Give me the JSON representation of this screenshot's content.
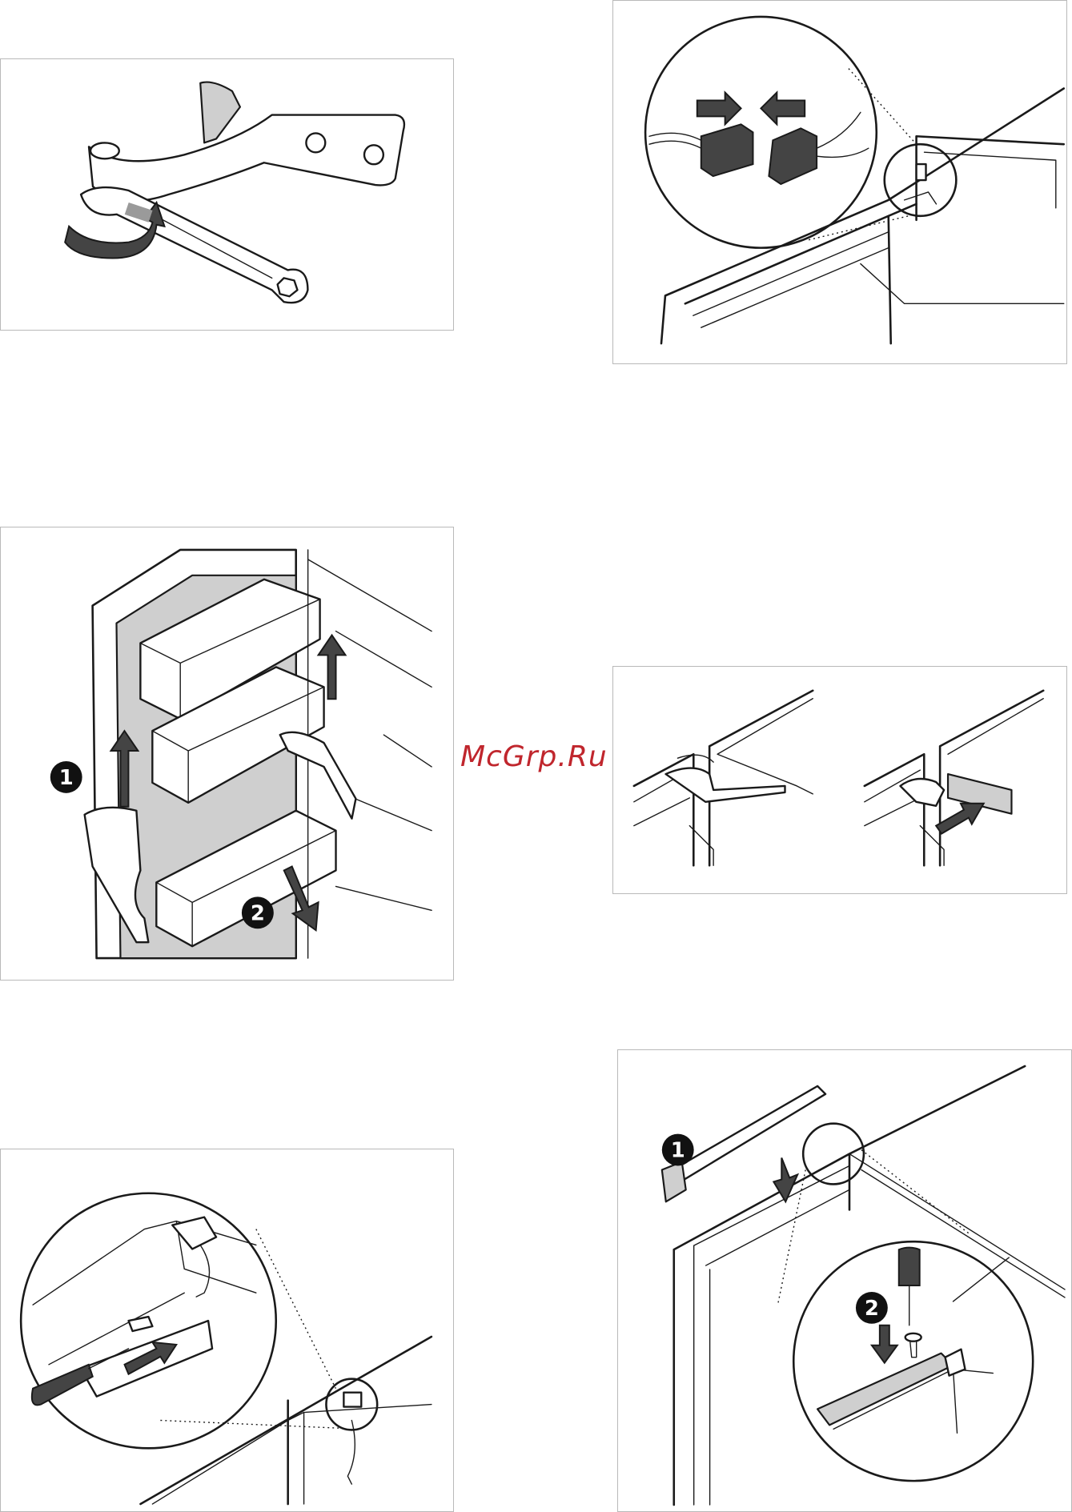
{
  "watermark": "McGrp.Ru",
  "step_badges": {
    "panel3_one": "1",
    "panel3_two": "2",
    "panel6_one": "1",
    "panel6_two": "2"
  },
  "colors": {
    "watermark": "#c0262d",
    "line": "#1a1a1a",
    "border": "#b9b9b9",
    "fill_grey": "#cfcfcf"
  }
}
